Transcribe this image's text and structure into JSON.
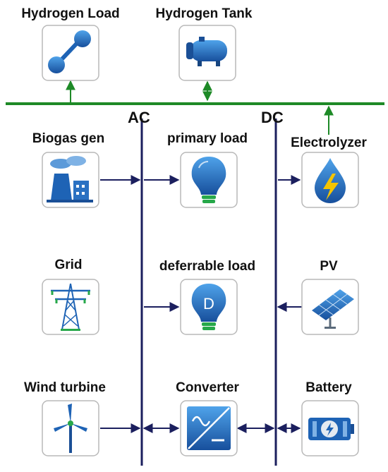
{
  "labels": {
    "hydrogen_load": "Hydrogen Load",
    "hydrogen_tank": "Hydrogen Tank",
    "ac": "AC",
    "dc": "DC",
    "biogas_gen": "Biogas gen",
    "primary_load": "primary load",
    "electrolyzer": "Electrolyzer",
    "grid": "Grid",
    "deferrable_load": "deferrable load",
    "pv": "PV",
    "wind_turbine": "Wind turbine",
    "converter": "Converter",
    "battery": "Battery"
  },
  "icons": {
    "hydrogen_load": "molecule-icon",
    "hydrogen_tank": "tank-icon",
    "biogas_gen": "power-plant-icon",
    "primary_load": "light-bulb-icon",
    "electrolyzer": "lightning-drop-icon",
    "grid": "transmission-tower-icon",
    "deferrable_load": "d-bulb-icon",
    "pv": "solar-panel-icon",
    "wind_turbine": "wind-turbine-icon",
    "converter": "converter-icon",
    "battery": "battery-icon"
  },
  "colors": {
    "ac_dc_bus": "#1b1f5e",
    "hydrogen_bus": "#1e8a27",
    "icon_blue": "#1e63b5"
  }
}
